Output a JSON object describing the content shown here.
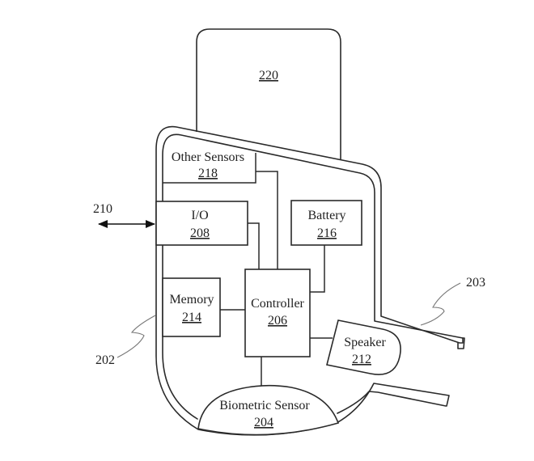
{
  "diagram": {
    "components": {
      "earpiece_body": {
        "ref": "220"
      },
      "other_sensors": {
        "label": "Other Sensors",
        "ref": "218"
      },
      "io": {
        "label": "I/O",
        "ref": "208"
      },
      "battery": {
        "label": "Battery",
        "ref": "216"
      },
      "memory": {
        "label": "Memory",
        "ref": "214"
      },
      "controller": {
        "label": "Controller",
        "ref": "206"
      },
      "speaker": {
        "label": "Speaker",
        "ref": "212"
      },
      "biometric_sensor": {
        "label": "Biometric Sensor",
        "ref": "204"
      }
    },
    "callouts": {
      "io_arrow": "210",
      "housing": "202",
      "ear_tube": "203"
    },
    "connections": [
      {
        "from": "other_sensors",
        "to": "controller"
      },
      {
        "from": "io",
        "to": "controller"
      },
      {
        "from": "battery",
        "to": "controller"
      },
      {
        "from": "memory",
        "to": "controller"
      },
      {
        "from": "controller",
        "to": "speaker"
      },
      {
        "from": "controller",
        "to": "biometric_sensor"
      }
    ],
    "colors": {
      "line": "#2a2a2a",
      "leader": "#777777",
      "background": "#ffffff"
    }
  }
}
